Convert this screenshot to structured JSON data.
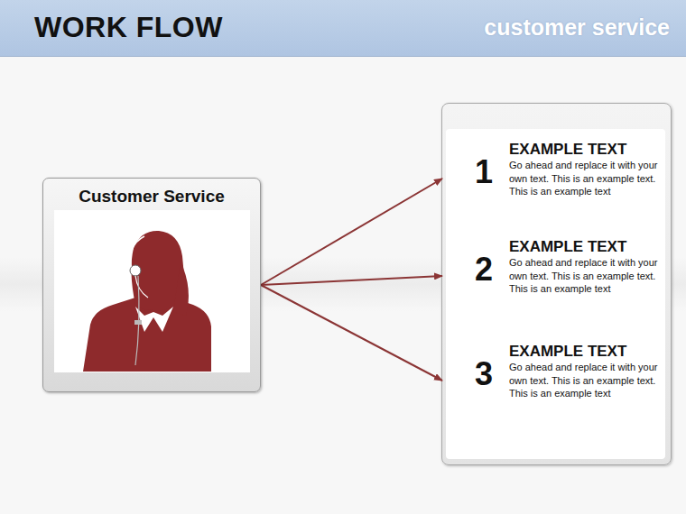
{
  "diagram": {
    "title": "WORK FLOW",
    "nodes": [
      {
        "text": [
          "Customer Service"
        ]
      },
      {
        "text": [
          "1",
          "EXAMPLE TEXT",
          "Go ahead and replace it with your own text. This is an example text. This is an example text"
        ]
      },
      {
        "text": [
          "2",
          "EXAMPLE TEXT",
          "Go ahead and replace it with your own text. This is an example text. This is an example text"
        ]
      },
      {
        "text": [
          "3",
          "EXAMPLE TEXT",
          "Go ahead and replace it with your own text. This is an example text. This is an example text"
        ]
      }
    ],
    "edges": [
      {
        "from": 0,
        "to": 1,
        "arrow": "to"
      },
      {
        "from": 0,
        "to": 2,
        "arrow": "to"
      },
      {
        "from": 0,
        "to": 3,
        "arrow": "to"
      }
    ],
    "labels": [
      "customer service"
    ]
  }
}
